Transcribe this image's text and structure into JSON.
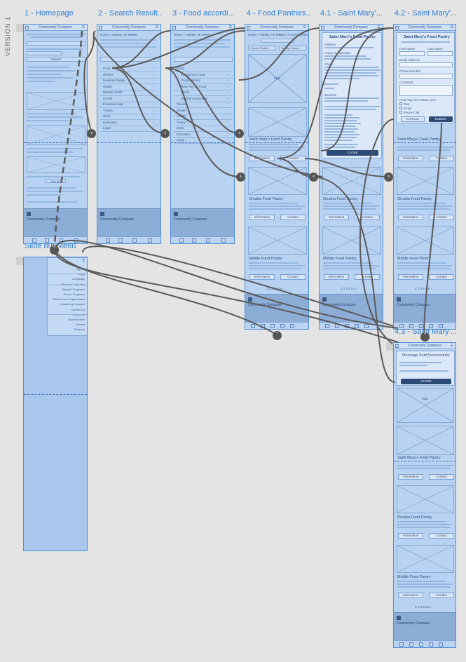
{
  "version_label": "VERSION 1",
  "app_name": "Community Compass",
  "menu_label": "menu",
  "frames": {
    "homepage": "1 - Homepage",
    "search": "2 - Search Result...",
    "food": "3 - Food accordi...",
    "pantries": "4 - Food Pantries...",
    "stmary1": "4.1 - Saint Mary'...",
    "stmary2": "4.2 - Saint Mary'...",
    "stmary3": "4.3 - Saint Mary'...",
    "slideout": "Slide out Menu"
  },
  "homepage": {
    "search_btn": "Search",
    "see_all": "See all"
  },
  "search": {
    "breadcrumb": "Home > Alaska, AK 99505",
    "categories": [
      "Food",
      "Shelter",
      "Housing Supply",
      "Health",
      "Mental Health",
      "Goods",
      "Financial Help",
      "Transit",
      "Work",
      "Education",
      "Legal"
    ]
  },
  "food": {
    "breadcrumb": "Home > Alaska, AK 99505",
    "items": [
      "Food",
      "Emergency Food",
      "Food Delivery",
      "Help Pay for Food",
      "Meals",
      "Nutrition Education",
      "Goods",
      "Shelter",
      "Health",
      "Transit",
      "Work",
      "Education",
      "Legal"
    ]
  },
  "pantries": {
    "breadcrumb": "Home > Alaska, AK 99505 > Food Pantries",
    "filter1": "Closest Rated",
    "filter2": "Nearby Pantry",
    "cards": [
      {
        "title": "Saint Mary's Food Pantry",
        "btn1": "Information",
        "btn2": "Contact"
      },
      {
        "title": "Omaha Food Pantry",
        "btn1": "Information",
        "btn2": "Contact"
      },
      {
        "title": "Middle Food Pantry",
        "btn1": "Information",
        "btn2": "Contact"
      }
    ],
    "pager": "1 2 3 4 5 6 ›",
    "more": "Next",
    "map": "Map"
  },
  "stmary1": {
    "popup_title": "Saint Mary's Food Pantry",
    "close_btn": "CLOSE",
    "section1": "Address",
    "section2": "Hours of Operation",
    "section3": "About",
    "section4": "Services"
  },
  "stmary2": {
    "popup_title": "Saint Mary's Food Pantry",
    "first_name": "First Name",
    "last_name": "Last Name",
    "email": "Email Address",
    "phone": "Phone Number",
    "message": "Comment",
    "contact_pref": "How may we contact you?",
    "opt1": "Text",
    "opt2": "Email",
    "opt3": "Phone Call",
    "cancel_btn": "CANCEL",
    "submit_btn": "SUBMIT"
  },
  "stmary3": {
    "popup_title": "Message Sent Successfully",
    "close_btn": "CLOSE"
  },
  "slideout": {
    "close": "X",
    "items": [
      "Sign In",
      "Login",
      "Language",
      "Browse Categories",
      "Support Programs",
      "Create Programs",
      "Start a Care Organization",
      "Leadership Support",
      "Contact Us",
      "Search all",
      "Opportunities",
      "Events",
      "Partners"
    ]
  }
}
